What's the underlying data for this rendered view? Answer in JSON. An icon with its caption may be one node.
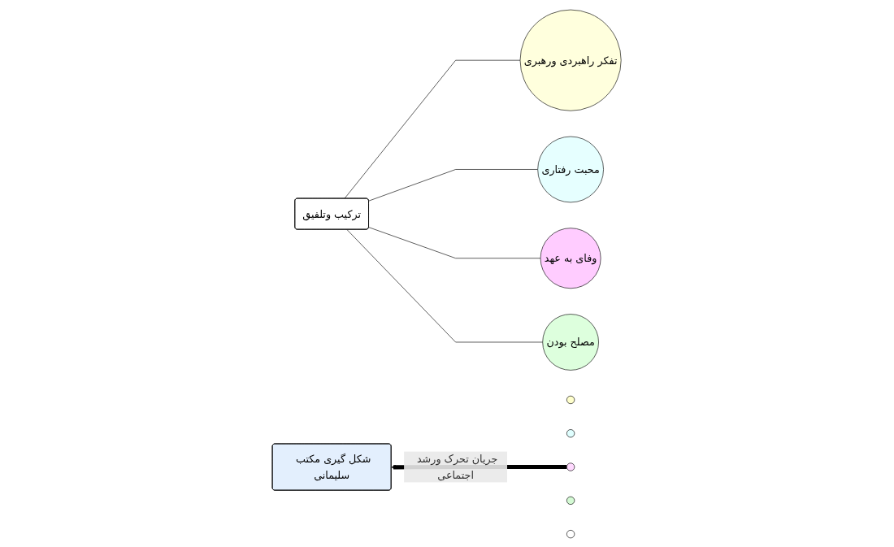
{
  "diagram": {
    "nodes": [
      {
        "text": [
          "تفکر راهبردی ورهبری"
        ]
      },
      {
        "text": [
          "محبت رفتاری"
        ]
      },
      {
        "text": [
          "وفای به عهد"
        ]
      },
      {
        "text": [
          "مصلح بودن"
        ]
      },
      {
        "text": [
          "ترکیب وتلفیق"
        ]
      },
      {
        "text": [],
        "shape": "ellipse"
      },
      {
        "text": [],
        "shape": "ellipse"
      },
      {
        "text": [],
        "shape": "ellipse"
      },
      {
        "text": [],
        "shape": "ellipse"
      },
      {
        "text": [],
        "shape": "ellipse"
      },
      {
        "text": [
          "شکل گیری مکتب سلیمانی"
        ]
      }
    ],
    "edges": [
      {
        "from": 4,
        "to": 0,
        "arrow": "none"
      },
      {
        "from": 4,
        "to": 1,
        "arrow": "none"
      },
      {
        "from": 4,
        "to": 2,
        "arrow": "none"
      },
      {
        "from": 4,
        "to": 3,
        "arrow": "none"
      },
      {
        "from": 7,
        "to": 10,
        "label": "جریان تحرک ورشد اجتماعی",
        "arrow": "to",
        "style": "thick"
      }
    ]
  }
}
